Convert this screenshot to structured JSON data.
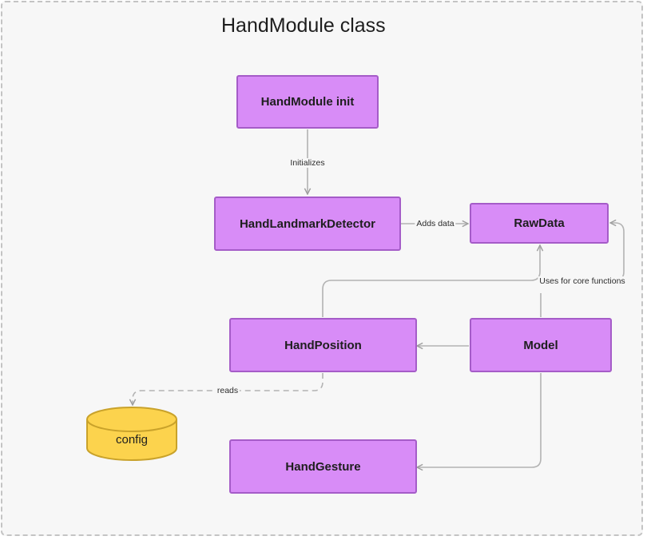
{
  "diagram": {
    "title": "HandModule class",
    "nodes": {
      "init": "HandModule init",
      "detector": "HandLandmarkDetector",
      "rawdata": "RawData",
      "position": "HandPosition",
      "model": "Model",
      "gesture": "HandGesture",
      "config": "config"
    },
    "edge_labels": {
      "initializes": "Initializes",
      "adds_data": "Adds data",
      "uses_core": "Uses for core functions",
      "reads": "reads"
    },
    "colors": {
      "node_fill": "#d88cf7",
      "node_border": "#a55cc8",
      "database_fill": "#fcd34d",
      "database_border": "#c9a22a",
      "edge": "#b3b3b3"
    }
  }
}
